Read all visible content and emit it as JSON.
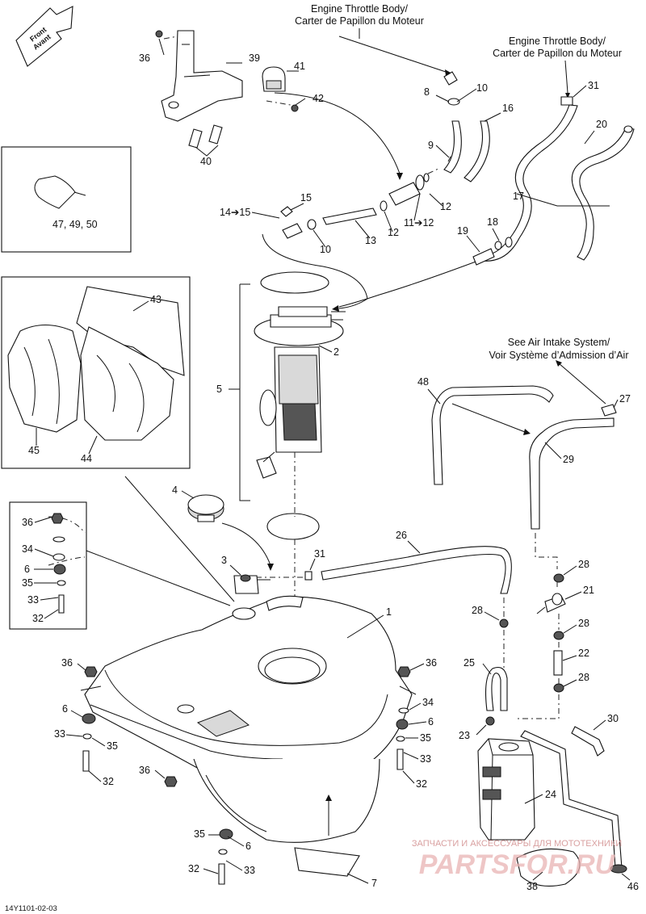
{
  "callouts": {
    "throttle_1": [
      "Engine Throttle Body/",
      "Carter de Papillon du Moteur"
    ],
    "throttle_2": [
      "Engine Throttle Body/",
      "Carter de Papillon du Moteur"
    ],
    "air_intake": [
      "See Air Intake System/",
      "Voir Système d’Admission d’Air"
    ]
  },
  "front_arrow": [
    "Front",
    "Avant"
  ],
  "labels": {
    "l36a": "36",
    "l39": "39",
    "l41": "41",
    "l42": "42",
    "l40": "40",
    "l8": "8",
    "l10a": "10",
    "l31a": "31",
    "l16": "16",
    "l20": "20",
    "l9": "9",
    "l17": "17",
    "l12a": "12",
    "l1112": "11➔12",
    "l12b": "12",
    "l13": "13",
    "l1415": "14➔15",
    "l15": "15",
    "l10b": "10",
    "l18": "18",
    "l19": "19",
    "l4749": "47, 49, 50",
    "l43": "43",
    "l45": "45",
    "l44": "44",
    "l2": "2",
    "l5": "5",
    "l48": "48",
    "l27": "27",
    "l29": "29",
    "l4": "4",
    "l26": "26",
    "l31b": "31",
    "l3": "3",
    "l36b": "36",
    "l34a": "34",
    "l6a": "6",
    "l35a": "35",
    "l33a": "33",
    "l32a": "32",
    "l1": "1",
    "l28a": "28",
    "l21": "21",
    "l28b": "28",
    "l28c": "28",
    "l22": "22",
    "l28d": "28",
    "l25": "25",
    "l30": "30",
    "l23": "23",
    "l24": "24",
    "l36c": "36",
    "l36d": "36",
    "l34b": "34",
    "l6b": "6",
    "l6c": "6",
    "l33b": "33",
    "l35b": "35",
    "l35c": "35",
    "l33c": "33",
    "l32b": "32",
    "l36e": "36",
    "l32c": "32",
    "l35d": "35",
    "l6d": "6",
    "l32d": "32",
    "l33d": "33",
    "l7": "7",
    "l38": "38",
    "l46": "46"
  },
  "watermark": {
    "top": "ЗАПЧАСТИ И АКСЕССУАРЫ ДЛЯ МОТОТЕХНИКИ",
    "brand": "PARTSFOR.RU"
  },
  "figure_code": "14Y1101-02-03"
}
